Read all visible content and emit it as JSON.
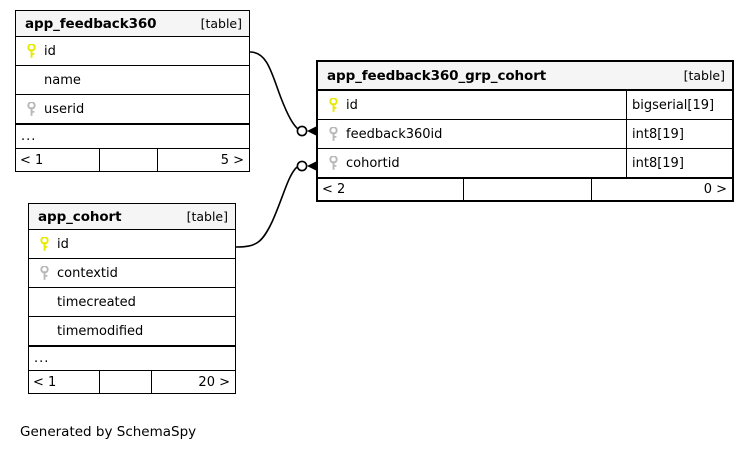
{
  "diagram": {
    "kind": "database-schema-er-diagram",
    "credit": "Generated by SchemaSpy",
    "colors": {
      "background": "#ffffff",
      "border": "#000000",
      "header_fill": "#f5f5f5",
      "primary_key_icon": "#e8e800",
      "foreign_key_icon": "#b8b8b8",
      "text": "#000000",
      "connector": "#000000"
    },
    "tables": [
      {
        "id": "app_feedback360",
        "name": "app_feedback360",
        "tag": "[table]",
        "emphasis": "normal",
        "columns": [
          {
            "key": "primary",
            "name": "id",
            "type": ""
          },
          {
            "key": "none",
            "name": "name",
            "type": ""
          },
          {
            "key": "foreign",
            "name": "userid",
            "type": ""
          }
        ],
        "ellipsis": "...",
        "footer": {
          "left": "< 1",
          "middle": "",
          "right": "5 >"
        }
      },
      {
        "id": "app_feedback360_grp_cohort",
        "name": "app_feedback360_grp_cohort",
        "tag": "[table]",
        "emphasis": "bold",
        "columns": [
          {
            "key": "primary",
            "name": "id",
            "type": "bigserial[19]"
          },
          {
            "key": "foreign",
            "name": "feedback360id",
            "type": "int8[19]"
          },
          {
            "key": "foreign",
            "name": "cohortid",
            "type": "int8[19]"
          }
        ],
        "ellipsis": null,
        "footer": {
          "left": "< 2",
          "middle": "",
          "right": "0 >"
        }
      },
      {
        "id": "app_cohort",
        "name": "app_cohort",
        "tag": "[table]",
        "emphasis": "normal",
        "columns": [
          {
            "key": "primary",
            "name": "id",
            "type": ""
          },
          {
            "key": "foreign",
            "name": "contextid",
            "type": ""
          },
          {
            "key": "none",
            "name": "timecreated",
            "type": ""
          },
          {
            "key": "none",
            "name": "timemodified",
            "type": ""
          }
        ],
        "ellipsis": "...",
        "footer": {
          "left": "< 1",
          "middle": "",
          "right": "20 >"
        }
      }
    ],
    "relationships": [
      {
        "id": "fk-feedback360id",
        "from_table": "app_feedback360",
        "from_column": "id",
        "to_table": "app_feedback360_grp_cohort",
        "to_column": "feedback360id",
        "optional": true
      },
      {
        "id": "fk-cohortid",
        "from_table": "app_cohort",
        "from_column": "id",
        "to_table": "app_feedback360_grp_cohort",
        "to_column": "cohortid",
        "optional": true
      }
    ]
  }
}
